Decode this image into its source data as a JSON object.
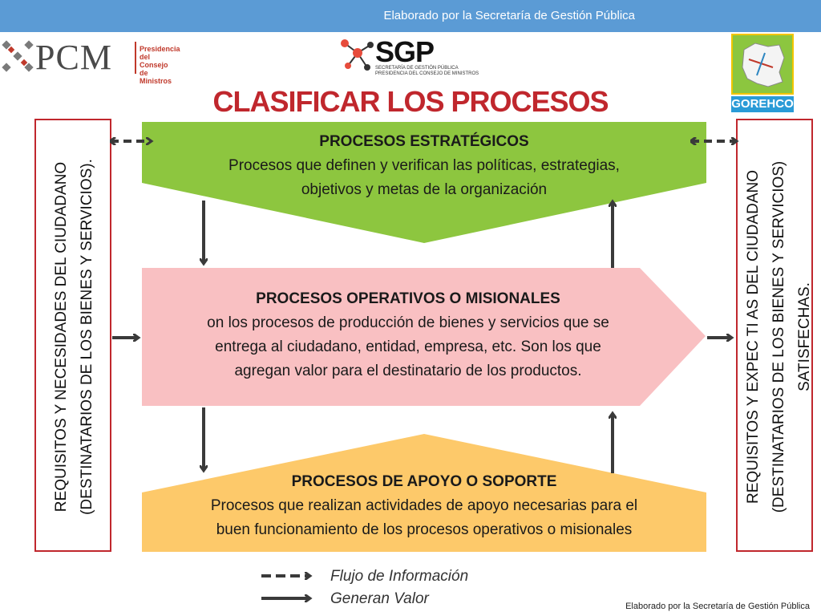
{
  "header": {
    "bar_text": "Elaborado por la Secretaría de Gestión Pública"
  },
  "logos": {
    "pcm": {
      "word": "PCM",
      "sub": [
        "Presidencia",
        "del Consejo",
        "de Ministros"
      ]
    },
    "sgp": {
      "word": "SGP",
      "sub1": "SECRETARÍA DE GESTIÓN PÚBLICA",
      "sub2": "PRESIDENCIA DEL CONSEJO DE MINISTROS"
    },
    "gorehco": {
      "label": "GOREHCO"
    }
  },
  "title": "CLASIFICAR LOS PROCESOS",
  "left_box": {
    "line1": "REQUISITOS Y NECESIDADES DEL CIUDADANO",
    "line2": "(DESTINATARIOS DE LOS BIENES Y SERVICIOS)."
  },
  "right_box": {
    "line1": "REQUISITOS Y EXPEC TI AS DEL CIUDADANO",
    "line2": "(DESTINATARIOS DE LOS BIENES Y SERVICIOS)",
    "line3": "SATISFECHAS."
  },
  "processes": {
    "strategic": {
      "title": "PROCESOS ESTRATÉGICOS",
      "line1": "Procesos que definen y verifican las políticas, estrategias,",
      "line2": "objetivos y metas de la organización",
      "color": "#8dc63f"
    },
    "operational": {
      "title": "PROCESOS OPERATIVOS O MISIONALES",
      "line1": "on los procesos de producción de bienes y servicios que se",
      "line2": "entrega al ciudadano, entidad, empresa, etc. Son los que",
      "line3": "agregan valor para el destinatario de los productos.",
      "color": "#f9c0c2"
    },
    "support": {
      "title": "PROCESOS DE APOYO O SOPORTE",
      "line1": "Procesos que realizan actividades de apoyo necesarias para el",
      "line2": "buen funcionamiento de los procesos operativos o misionales",
      "color": "#fdc96a"
    }
  },
  "legend": {
    "info_flow": "Flujo de Información",
    "value": "Generan Valor"
  },
  "footer": {
    "text": "Elaborado por la Secretaría de Gestión Pública"
  },
  "colors": {
    "accent_red": "#c0272d",
    "topbar_blue": "#5b9bd5",
    "arrow_gray": "#3a3a3a"
  }
}
